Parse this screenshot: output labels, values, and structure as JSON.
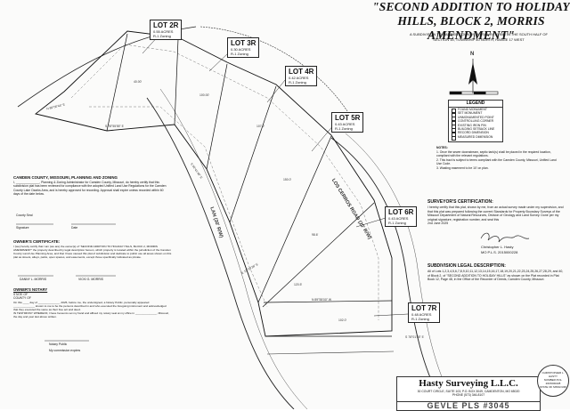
{
  "title": "\"SECOND ADDITION TO HOLIDAY HILLS, BLOCK 2, MORRIS AMENDMENT\"",
  "subtitle": "A SUBDIVISION TO CAMDEN COUNTY, MISSOURI, LYING IN THE SOUTH HALF OF SECTION 15, TOWNSHIP 40 NORTH, RANGE 17 WEST",
  "lots": [
    {
      "name": "LOT 2R",
      "acres": "0.55 ACRES",
      "zoning": "R-1 Zoning"
    },
    {
      "name": "LOT 3R",
      "acres": "0.30 ACRES",
      "zoning": "R-1 Zoning"
    },
    {
      "name": "LOT 4R",
      "acres": "0.42 ACRES",
      "zoning": "R-1 Zoning"
    },
    {
      "name": "LOT 5R",
      "acres": "0.43 ACRES",
      "zoning": "R-1 Zoning"
    },
    {
      "name": "LOT 6R",
      "acres": "0.43 ACRES",
      "zoning": "R-1 Zoning"
    },
    {
      "name": "LOT 7R",
      "acres": "0.48 ACRES",
      "zoning": "R-1 Zoning"
    }
  ],
  "roads": {
    "road1": "LOS CERROS ROAD (20' R/W)",
    "road2": "LAN (30' R/W)"
  },
  "legend": {
    "heading": "LEGEND",
    "items": [
      "FOUND MONUMENT",
      "SET MONUMENT",
      "UNMONUMENTED POINT",
      "CONTROLLING CORNER",
      "EXISTING IRON PIN",
      "BUILDING SETBACK LINE",
      "RECORD DIMENSION",
      "MEASURED DIMENSION"
    ]
  },
  "notes_heading": "NOTES:",
  "notes": [
    "1. Once the sewer downstream, septic tank(s) shall be placed in the required location, compliant with the relevant regulations.",
    "2. This tract is subject to terms compliant with the Camden County, Missouri, Unified Land Use Code.",
    "3. Wasting easement to be 10' on plan."
  ],
  "planning": {
    "heading": "CAMDEN COUNTY, MISSOURI, PLANNING AND ZONING",
    "text": "I, ______________, Planning & Zoning Administrator for Camden County, Missouri, do hereby certify that this subdivision plat has been reviewed for compliance with the adopted Unified Land Use Regulations for the Camden County Lake Ozarks Area, and is hereby approved for recording. Approval shall expire unless recorded within 60 days of the date below.",
    "seal": "County Seal",
    "signature": "Signature",
    "date": "Date"
  },
  "owners": {
    "heading": "OWNER'S CERTIFICATE:",
    "text": "I (we) hereby certify that I am (we are) the owner(s) of \"SECOND ADDITION TO HOLIDAY HILLS, BLOCK 2, MORRIS AMENDMENT\" the property described by legal description hereon, which property is located within the jurisdiction of the Camden County Land Use Planning Area, and that I have caused this plat of subdivision and dedicate to public use all areas shown on this plat as streets, alleys, parks, open spaces, and easements, except those specifically indicated as private.",
    "owner1": "DANNY L. MORRIS",
    "owner2": "VICKI G. MORRIS",
    "ack_heading": "OWNER'S NOTARY",
    "state": "STATE OF",
    "county": "COUNTY OF",
    "ack_text": "On this ____ day of ______________, 2025, before me, the undersigned, a Notary Public, personally appeared ______________ known to me to be the persons described in and who executed the foregoing instrument and acknowledged that they executed the same as their free act and deed.",
    "witness": "IN TESTIMONY WHEREOF, I have hereunto set my hand and affixed my notary seal at my office in ______________, Missouri, the day and year last above written.",
    "notary": "Notary Public",
    "commission": "My commission expires"
  },
  "surveyor": {
    "heading": "SURVEYOR'S CERTIFICATION:",
    "text": "I hereby certify that this plat, shown by me, from an actual survey made under my supervision, and that this plat was prepared following the current Standards for Property Boundary Surveys of the Missouri Department of Natural Resources, Division of Geology and Land Survey. Done per my original signature, registration number, and seal this",
    "day": "2nd",
    "month": "June",
    "year": "2025",
    "signature": "Christopher Hasty",
    "name": "Christopher L. Hasty",
    "license": "MO P.L.S. 2015000228"
  },
  "legal": {
    "heading": "SUBDIVISION LEGAL DESCRIPTION:",
    "text": "All of Lots 1,2,3,4,5,6,7,8,9,10,11,12,13,14,15,16,17,18,19,20,21,22,23,24,25,26,27,28,29, and 40, of Block 2, of \"SECOND ADDITION TO HOLIDAY HILLS\" as shown on the Plat recorded in Plat Book 12, Page 48, in the Office of the Recorder of Deeds, Camden County, Missouri."
  },
  "company": {
    "name": "Hasty Surveying L.L.C.",
    "address": "30 COURT CIRCLE, SUITE 103, P.O. BOX 3049, CAMDENTON, MO 65020",
    "phone": "PHONE (573) 346-8107",
    "footer": "GEVLE PLS #3045"
  },
  "seal": {
    "line1": "CHRISTOPHER L. HASTY",
    "line2": "NUMBER PLS-2015000228",
    "line3": "STATE OF MISSOURI"
  },
  "dimensions": [
    "N 89°00'44\" E",
    "S 78°55'55\" E",
    "S 36°41'48\" E",
    "E 18°33'38\" E",
    "40.00'",
    "100.00'",
    "107.2'",
    "150.0'",
    "98.6'",
    "120.5'",
    "102.0'",
    "N 89°55'00\" W",
    "S 78°01'38\" E"
  ],
  "north": "N"
}
